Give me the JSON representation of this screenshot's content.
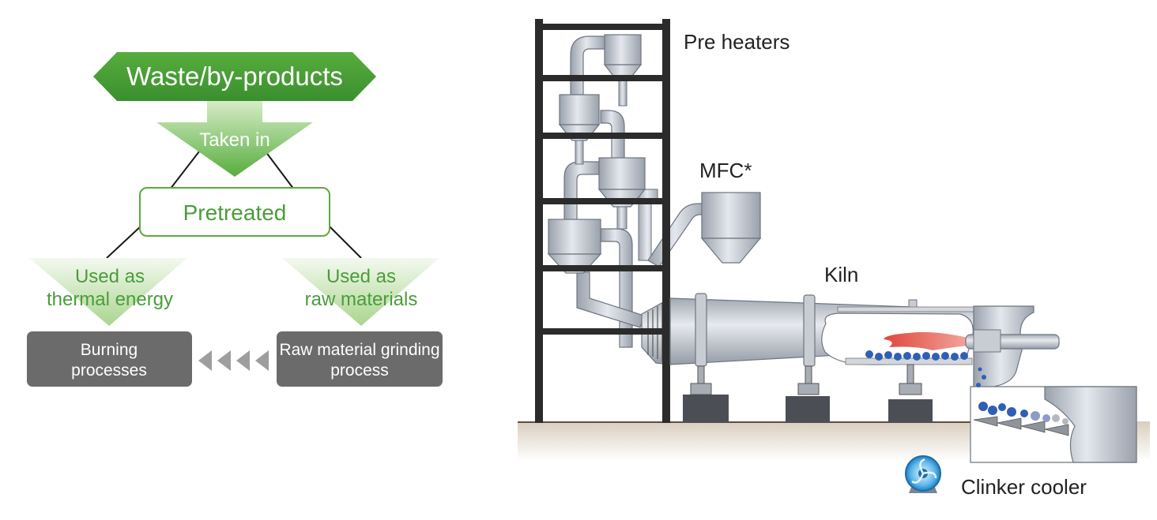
{
  "flow": {
    "source": "Waste/by-products",
    "step_taken": "Taken in",
    "step_pretreated": "Pretreated",
    "use_thermal_line1": "Used as",
    "use_thermal_line2": "thermal energy",
    "use_raw_line1": "Used as",
    "use_raw_line2": "raw materials",
    "burning_line1": "Burning",
    "burning_line2": "processes",
    "grinding_line1": "Raw material grinding",
    "grinding_line2": "process"
  },
  "plant": {
    "preheaters": "Pre heaters",
    "mfc": "MFC*",
    "kiln": "Kiln",
    "clinker_cooler": "Clinker cooler"
  },
  "colors": {
    "green_dark": "#3f9a35",
    "green_mid": "#6bb84a",
    "green_text": "#4a9d3a",
    "gray_box": "#6b6b6b",
    "steel": "#b9bfc8",
    "structure": "#2b2b2b",
    "ground": "#e6ddd2",
    "flame": "#e8645a",
    "clinker": "#2f5fb5"
  }
}
